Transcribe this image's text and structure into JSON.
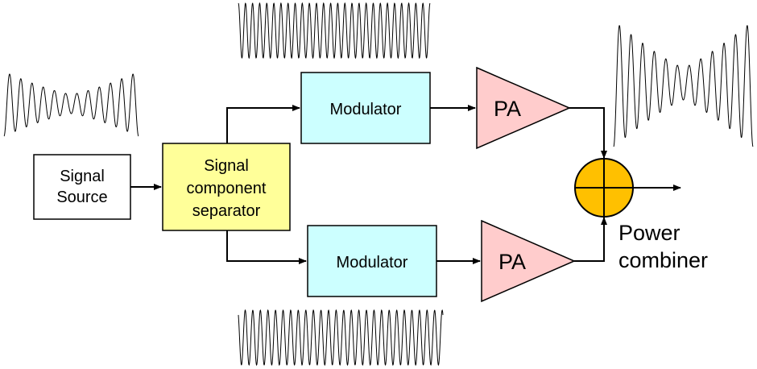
{
  "diagram": {
    "blocks": {
      "source": {
        "line1": "Signal",
        "line2": "Source"
      },
      "separator": {
        "line1": "Signal",
        "line2": "component",
        "line3": "separator"
      },
      "modulator_top": {
        "label": "Modulator"
      },
      "modulator_bottom": {
        "label": "Modulator"
      },
      "pa_top": {
        "label": "PA"
      },
      "pa_bottom": {
        "label": "PA"
      },
      "combiner": {
        "line1": "Power",
        "line2": "combiner"
      }
    },
    "colors": {
      "source_fill": "#ffffff",
      "separator_fill": "#ffff99",
      "modulator_fill": "#ccffff",
      "pa_fill": "#ffcccc",
      "combiner_fill": "#ffc000",
      "line": "#000000"
    },
    "waveforms": [
      {
        "id": "input-signal",
        "kind": "amplitude-modulated"
      },
      {
        "id": "top-constant-envelope",
        "kind": "constant-envelope"
      },
      {
        "id": "bottom-constant-envelope",
        "kind": "constant-envelope"
      },
      {
        "id": "output-signal",
        "kind": "amplitude-modulated"
      }
    ]
  }
}
